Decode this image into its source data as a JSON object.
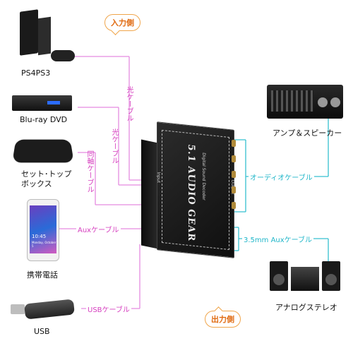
{
  "bubbles": {
    "input": "入力側",
    "output": "出力側"
  },
  "devices": {
    "ps": "PS4PS3",
    "bluray": "Blu-ray DVD",
    "settop": "セット･トップ\nボックス",
    "phone": "携帯電話",
    "usb": "USB",
    "amp": "アンプ＆スピーカー",
    "stereo": "アナログステレオ"
  },
  "cables": {
    "optical1": "光ケーブル",
    "optical2": "光ケーブル",
    "coaxial": "同軸ケーブル",
    "aux": "Auxケーブル",
    "usb": "USBケーブル",
    "audio": "オーディオケーブル",
    "aux35": "3.5mm Auxケーブル"
  },
  "box": {
    "title": "5.1 AUDIO GEAR",
    "subtitle": "Digital Sound Decoder",
    "input": "Input",
    "output": "Output"
  },
  "phone_screen": {
    "time": "10:45",
    "date": "Monday, October 5"
  },
  "colors": {
    "input_line": "#e58be0",
    "output_line": "#36c0d0",
    "bubble": "#f0a54a"
  }
}
